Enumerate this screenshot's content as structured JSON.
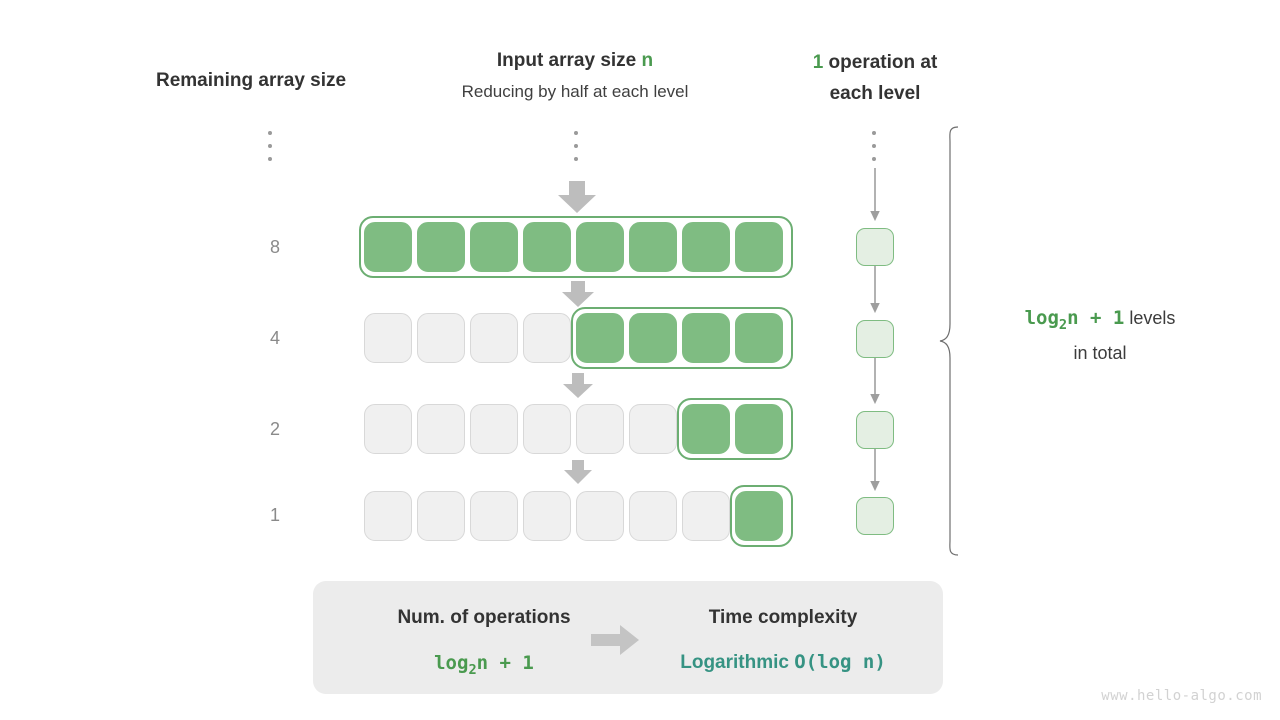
{
  "headers": {
    "left": "Remaining array size",
    "center_title_prefix": "Input array size ",
    "center_title_accent": "n",
    "center_sub": "Reducing by half at each level",
    "right_accent": "1",
    "right_line1_rest": " operation at",
    "right_line2": "each level"
  },
  "row_labels": [
    "8",
    "4",
    "2",
    "1"
  ],
  "rows": [
    {
      "label": "8",
      "total_cells": 8,
      "filled_from": 0,
      "filled_count": 8
    },
    {
      "label": "4",
      "total_cells": 8,
      "filled_from": 4,
      "filled_count": 4
    },
    {
      "label": "2",
      "total_cells": 8,
      "filled_from": 6,
      "filled_count": 2
    },
    {
      "label": "1",
      "total_cells": 8,
      "filled_from": 7,
      "filled_count": 1
    }
  ],
  "operations": {
    "per_level": "1",
    "box_count": 4
  },
  "brace_note": {
    "formula": "log₂n + 1",
    "formula_base": "log",
    "formula_sub": "2",
    "formula_tail": "n + 1",
    "suffix": " levels",
    "line2": "in total"
  },
  "summary": {
    "left_heading": "Num. of operations",
    "left_value_base": "log",
    "left_value_sub": "2",
    "left_value_tail": "n + 1",
    "right_heading": "Time complexity",
    "right_value_word": "Logarithmic",
    "right_value_notation": "O(log n)"
  },
  "watermark": "www.hello-algo.com",
  "colors": {
    "green_fill": "#7fbc82",
    "green_border": "#6cae72",
    "green_accent": "#4a9a4f",
    "light_green_fill": "#e4efe3",
    "teal": "#369383",
    "empty_fill": "#f0f0f0",
    "empty_border": "#d8d8d8",
    "gray_arrow": "#bdbdbd",
    "panel_bg": "#ececec",
    "label_gray": "#8a8a8a"
  }
}
